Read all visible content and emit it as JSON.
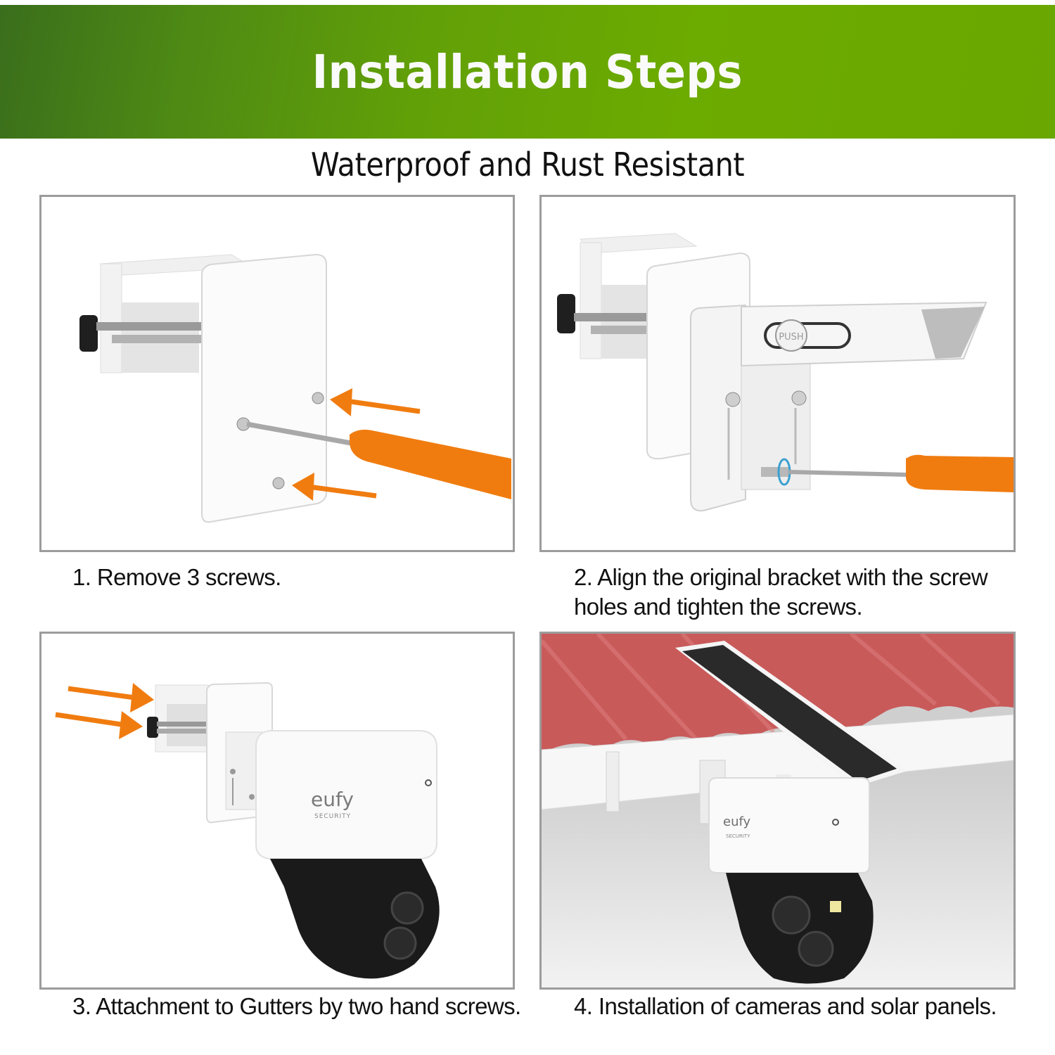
{
  "banner": {
    "title": "Installation Steps",
    "colors": {
      "gradient_left": "#3a6e1c",
      "gradient_right": "#6aa700",
      "text": "#fafafa"
    }
  },
  "subtitle": "Waterproof and Rust Resistant",
  "panel_border_color": "#9c9c9c",
  "accent_orange": "#f07c10",
  "steps": [
    {
      "number": 1,
      "caption": "1. Remove 3 screws.",
      "illustration": "gutter clamp bracket with screwdriver removing screws, orange arrows pointing at screws"
    },
    {
      "number": 2,
      "caption": "2. Align the original bracket with the screw holes and tighten the screws.",
      "illustration": "gutter clamp with original camera bracket attached, screwdriver tightening screw",
      "bracket_label": "PUSH"
    },
    {
      "number": 3,
      "caption": "3. Attachment to Gutters by two hand screws.",
      "illustration": "clamp attached to eufy camera, orange arrows pointing at hand screws",
      "brand": "eufy",
      "brand_sub": "SECURITY"
    },
    {
      "number": 4,
      "caption": "4. Installation of cameras and solar panels.",
      "illustration": "eufy camera with solar panel mounted on gutter under red tiled roof",
      "brand": "eufy",
      "brand_sub": "SECURITY"
    }
  ]
}
